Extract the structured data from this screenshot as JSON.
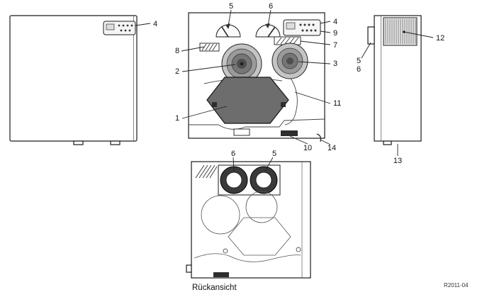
{
  "diagram": {
    "caption_rear": "Rückansicht",
    "doc_ref": "R2011-04",
    "labels": {
      "n1": "1",
      "n2": "2",
      "n3": "3",
      "n4": "4",
      "n5": "5",
      "n6": "6",
      "n7": "7",
      "n8": "8",
      "n9": "9",
      "n10": "10",
      "n11": "11",
      "n12": "12",
      "n13": "13",
      "n14": "14"
    }
  }
}
